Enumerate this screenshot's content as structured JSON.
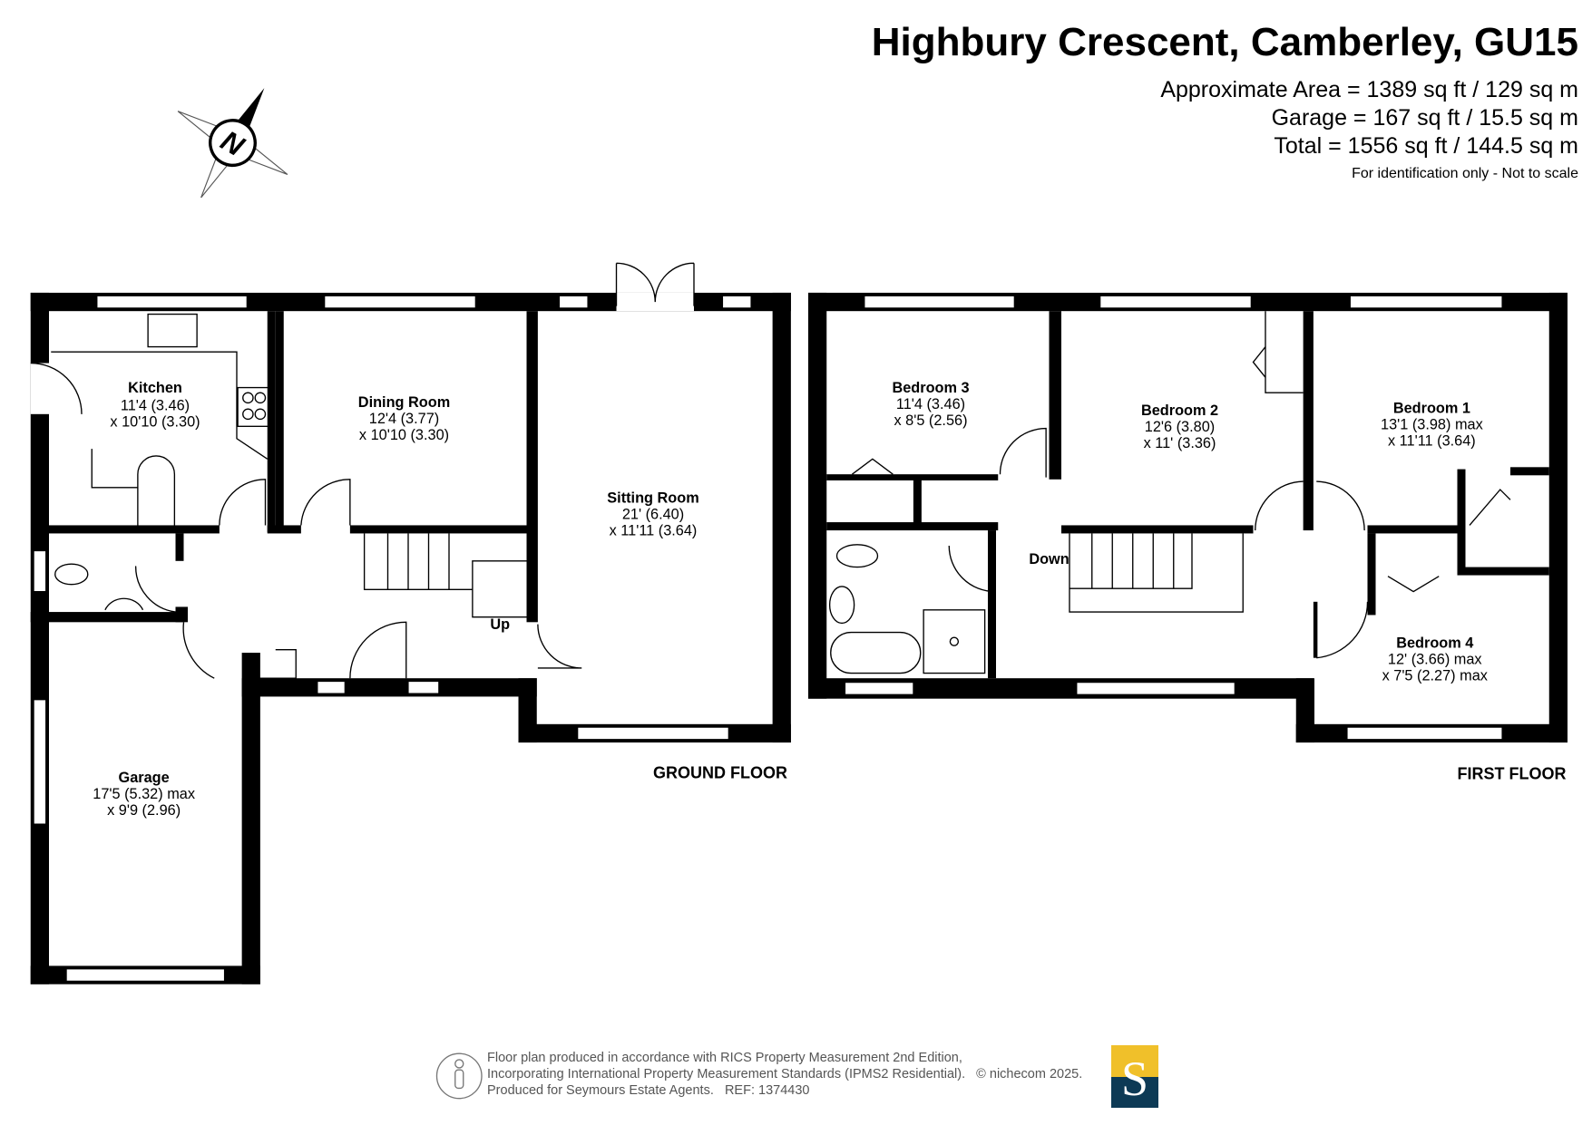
{
  "header": {
    "title": "Highbury Crescent, Camberley, GU15",
    "areas": [
      "Approximate Area = 1389 sq ft / 129 sq m",
      "Garage = 167 sq ft / 15.5 sq m",
      "Total = 1556 sq ft / 144.5 sq m"
    ],
    "note": "For identification only - Not to scale"
  },
  "compass": {
    "label": "N"
  },
  "ground_floor": {
    "label": "GROUND FLOOR",
    "rooms": [
      {
        "name": "Kitchen",
        "dims": [
          "11'4 (3.46)",
          "x 10'10 (3.30)"
        ]
      },
      {
        "name": "Dining Room",
        "dims": [
          "12'4 (3.77)",
          "x 10'10 (3.30)"
        ]
      },
      {
        "name": "Sitting Room",
        "dims": [
          "21' (6.40)",
          "x 11'11 (3.64)"
        ]
      },
      {
        "name": "Garage",
        "dims": [
          "17'5 (5.32) max",
          "x 9'9 (2.96)"
        ]
      }
    ],
    "stairs_label": "Up"
  },
  "first_floor": {
    "label": "FIRST FLOOR",
    "rooms": [
      {
        "name": "Bedroom 3",
        "dims": [
          "11'4 (3.46)",
          "x 8'5 (2.56)"
        ]
      },
      {
        "name": "Bedroom 2",
        "dims": [
          "12'6 (3.80)",
          "x 11' (3.36)"
        ]
      },
      {
        "name": "Bedroom 1",
        "dims": [
          "13'1 (3.98) max",
          "x 11'11 (3.64)"
        ]
      },
      {
        "name": "Bedroom 4",
        "dims": [
          "12' (3.66) max",
          "x 7'5 (2.27) max"
        ]
      }
    ],
    "stairs_label": "Down"
  },
  "footer": {
    "lines": [
      "Floor plan produced in accordance with RICS Property Measurement 2nd Edition,",
      "Incorporating International Property Measurement Standards (IPMS2 Residential).   © nichecom 2025.",
      "Produced for Seymours Estate Agents.   REF: 1374430"
    ],
    "logo_letter": "S",
    "logo_colors": [
      "#f0c02a",
      "#0d3a55"
    ]
  }
}
